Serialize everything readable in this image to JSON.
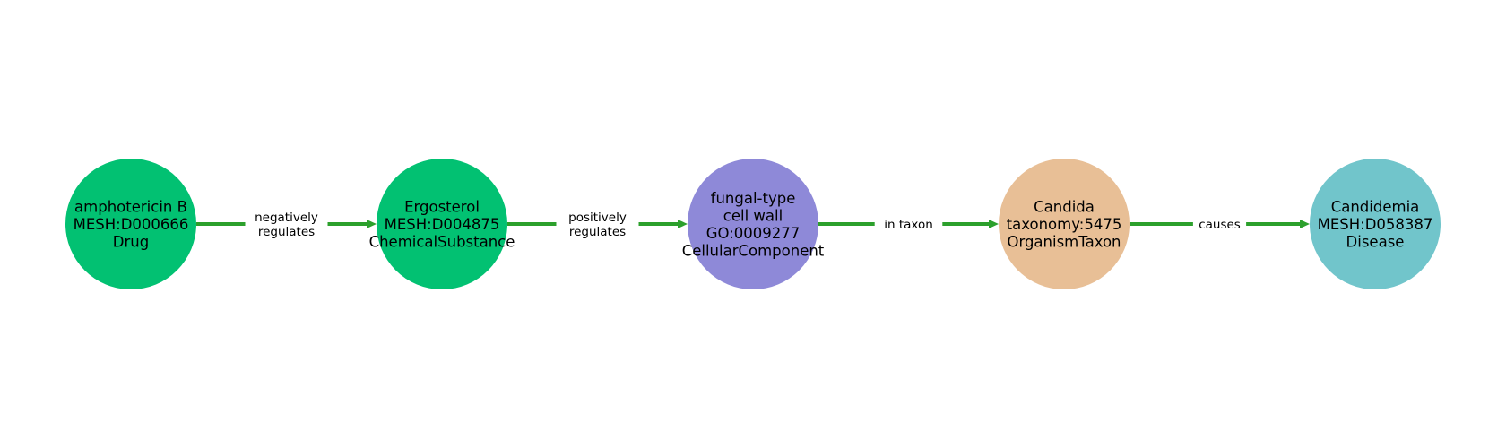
{
  "nodes": [
    {
      "id": "n0",
      "lines": [
        "amphotericin B",
        "MESH:D000666",
        "Drug"
      ],
      "color": "#02C172"
    },
    {
      "id": "n1",
      "lines": [
        "Ergosterol",
        "MESH:D004875",
        "ChemicalSubstance"
      ],
      "color": "#02C172"
    },
    {
      "id": "n2",
      "lines": [
        "fungal-type",
        "cell wall",
        "GO:0009277",
        "CellularComponent"
      ],
      "color": "#8E89D8"
    },
    {
      "id": "n3",
      "lines": [
        "Candida",
        "taxonomy:5475",
        "OrganismTaxon"
      ],
      "color": "#E8BF96"
    },
    {
      "id": "n4",
      "lines": [
        "Candidemia",
        "MESH:D058387",
        "Disease"
      ],
      "color": "#71C5CB"
    }
  ],
  "edges": [
    {
      "from": "n0",
      "to": "n1",
      "lines": [
        "negatively",
        "regulates"
      ]
    },
    {
      "from": "n1",
      "to": "n2",
      "lines": [
        "positively",
        "regulates"
      ]
    },
    {
      "from": "n2",
      "to": "n3",
      "lines": [
        "in taxon"
      ]
    },
    {
      "from": "n3",
      "to": "n4",
      "lines": [
        "causes"
      ]
    }
  ],
  "edge_color": "#2CA02C"
}
